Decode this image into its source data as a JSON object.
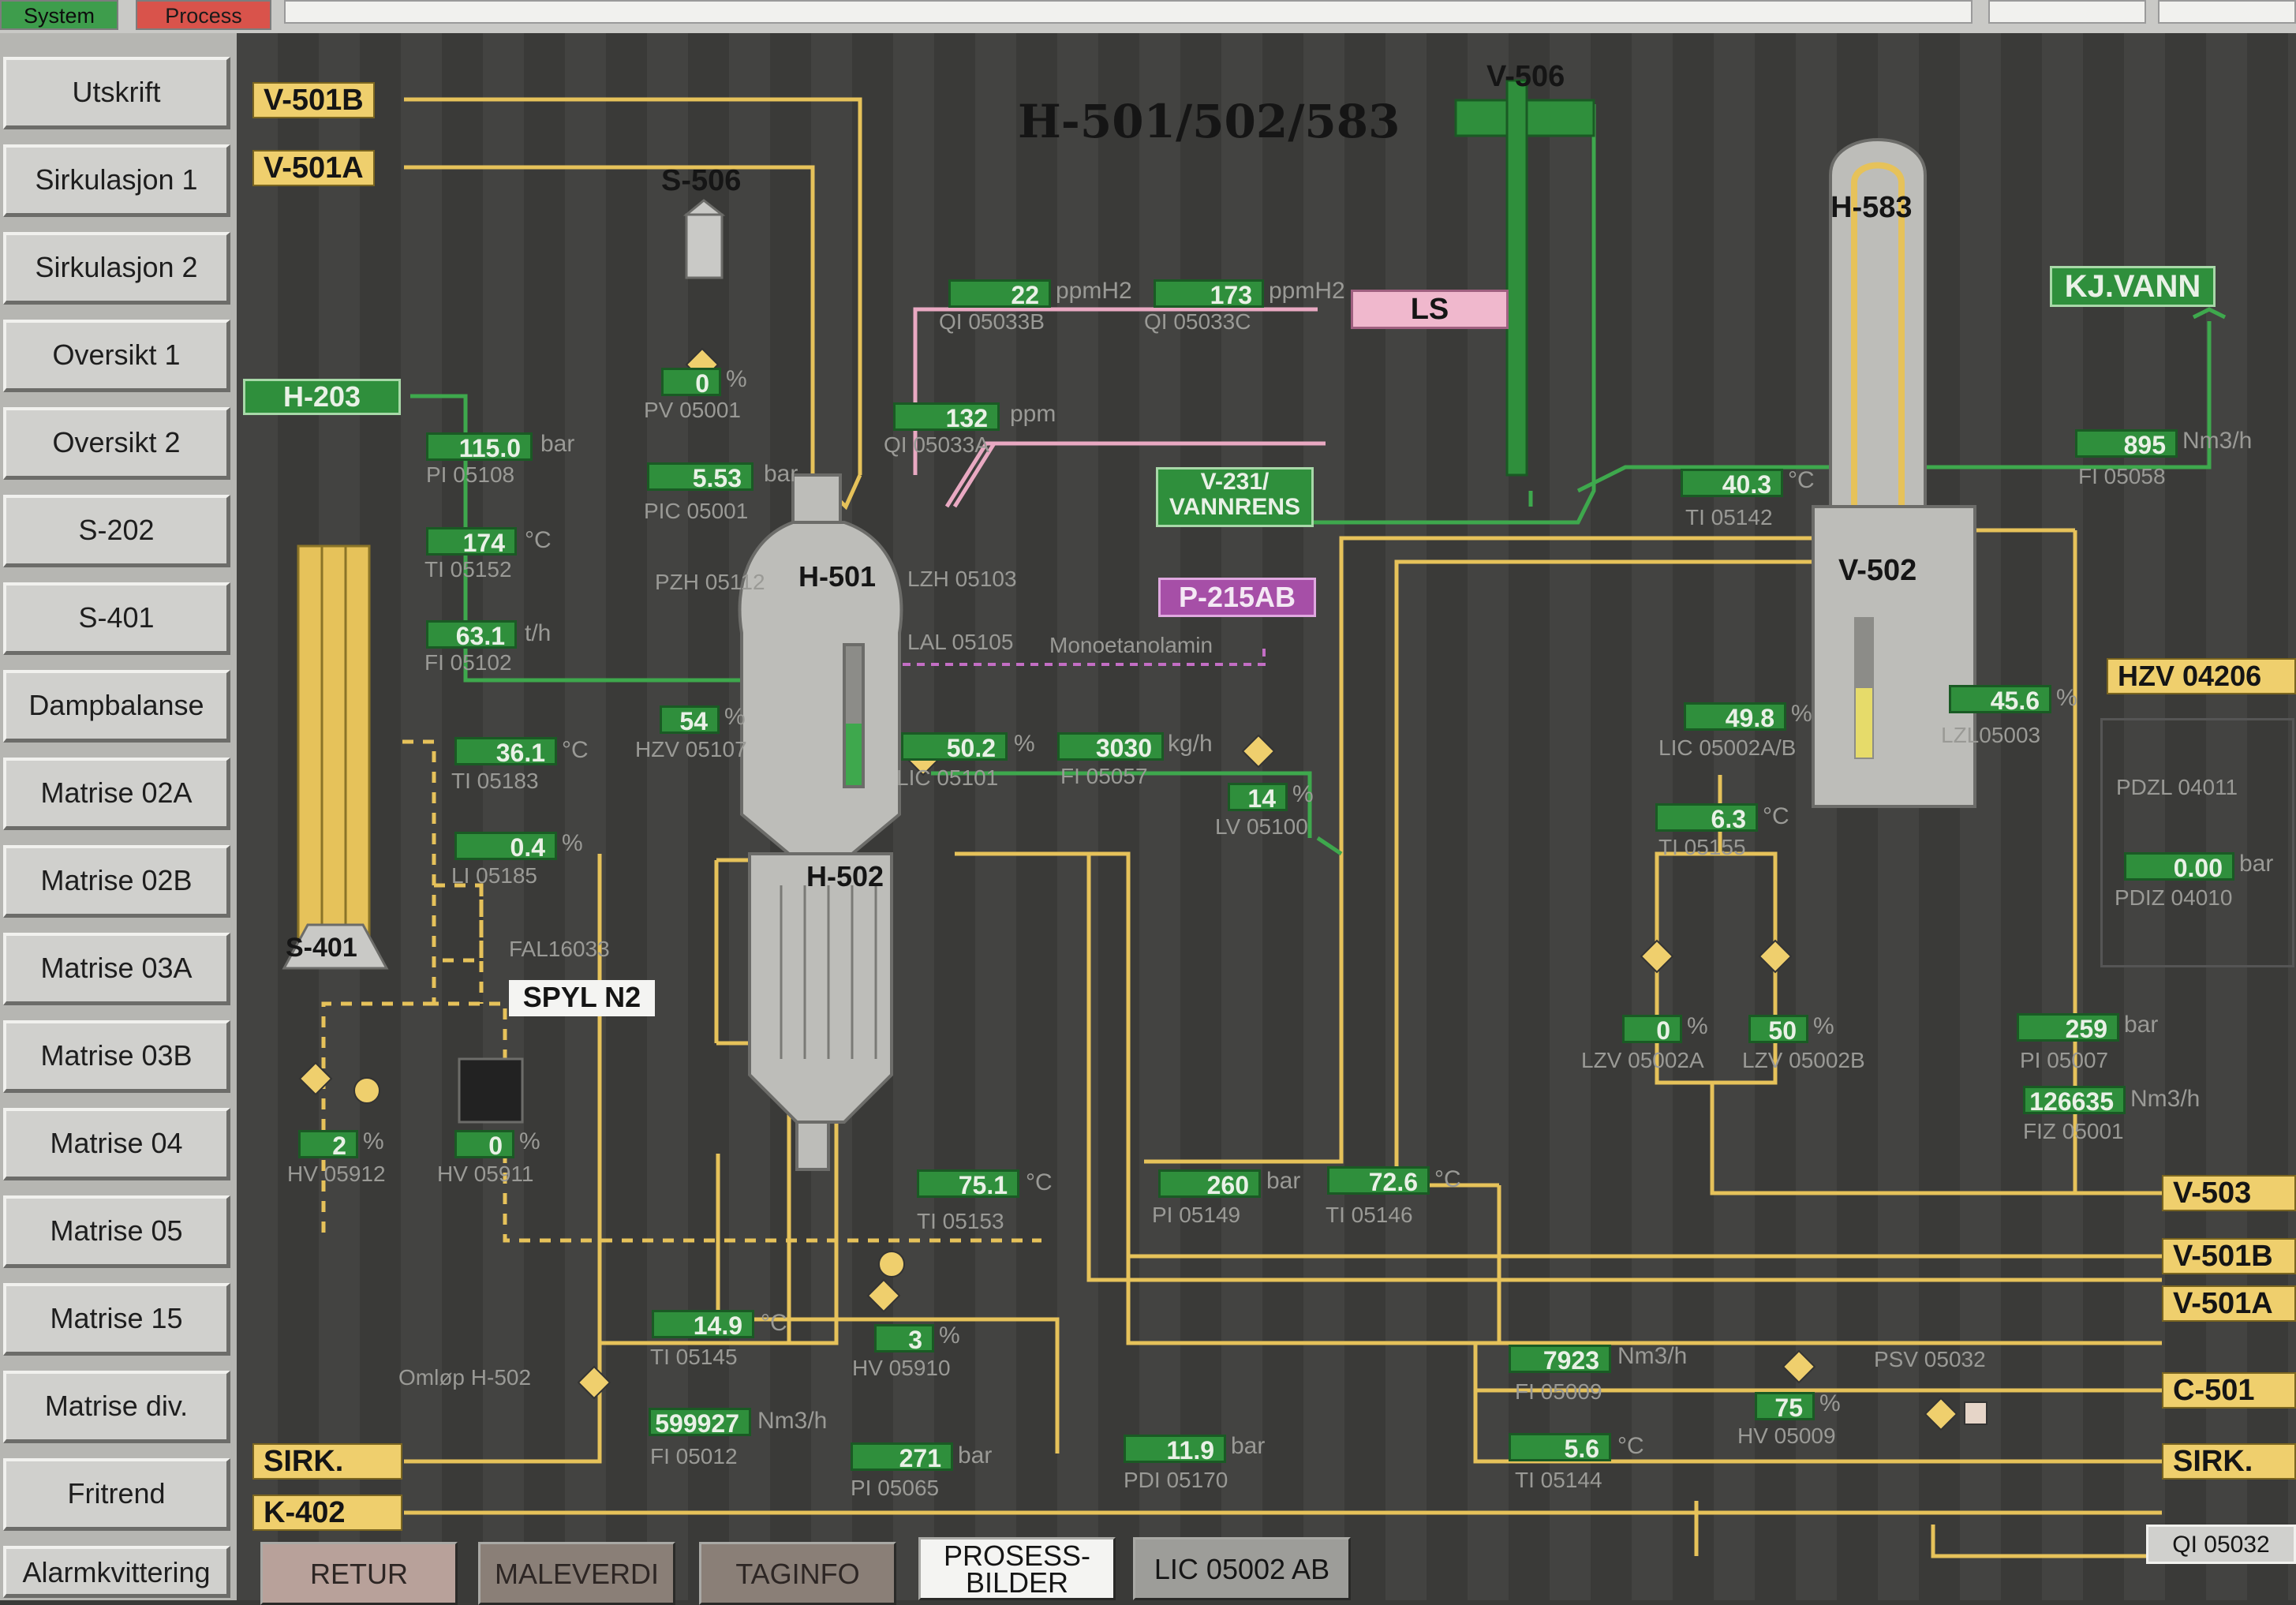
{
  "topbar": {
    "system_label": "System",
    "process_label": "Process",
    "colors": {
      "system": "#3e9d4c",
      "process": "#d9534b"
    }
  },
  "sidebar": {
    "items": [
      {
        "label": "Utskrift"
      },
      {
        "label": "Sirkulasjon 1"
      },
      {
        "label": "Sirkulasjon 2"
      },
      {
        "label": "Oversikt 1"
      },
      {
        "label": "Oversikt 2"
      },
      {
        "label": "S-202"
      },
      {
        "label": "S-401"
      },
      {
        "label": "Dampbalanse"
      },
      {
        "label": "Matrise 02A"
      },
      {
        "label": "Matrise 02B"
      },
      {
        "label": "Matrise 03A"
      },
      {
        "label": "Matrise 03B"
      },
      {
        "label": "Matrise 04"
      },
      {
        "label": "Matrise 05"
      },
      {
        "label": "Matrise 15"
      },
      {
        "label": "Matrise div."
      },
      {
        "label": "Fritrend"
      },
      {
        "label": "Alarmkvittering"
      }
    ]
  },
  "diagram": {
    "title": "H-501/502/583",
    "equipment": {
      "h501": "H-501",
      "h502": "H-502",
      "h583": "H-583",
      "v502": "V-502",
      "v506": "V-506",
      "s506": "S-506",
      "s401": "S-401"
    },
    "streams_left": {
      "v501b": "V-501B",
      "v501a": "V-501A",
      "h203": "H-203",
      "sirk": "SIRK.",
      "k402": "K-402"
    },
    "streams_right": {
      "v503": "V-503",
      "v501b": "V-501B",
      "v501a": "V-501A",
      "c501": "C-501",
      "sirk": "SIRK.",
      "qi05032": "QI 05032"
    },
    "boxes": {
      "ls": "LS",
      "kjvann": "KJ.VANN",
      "vannrens": "V-231/\nVANNRENS",
      "p215ab": "P-215AB",
      "hzv04206": "HZV 04206",
      "spyl": "SPYL N2"
    },
    "labels": {
      "monoetanolamin": "Monoetanolamin",
      "pzh05112": "PZH 05112",
      "lzh05103": "LZH 05103",
      "lal05105": "LAL 05105",
      "fal16033": "FAL16033",
      "omlop": "Omløp H-502",
      "psv05032": "PSV 05032",
      "pdzl04011": "PDZL 04011",
      "pdiz04010": "PDIZ 04010"
    },
    "measurements": [
      {
        "id": "qi05033b",
        "value": "22",
        "unit": "ppmH2",
        "tag": "QI 05033B"
      },
      {
        "id": "qi05033c",
        "value": "173",
        "unit": "ppmH2",
        "tag": "QI 05033C"
      },
      {
        "id": "qi05033a",
        "value": "132",
        "unit": "ppm",
        "tag": "QI 05033A"
      },
      {
        "id": "pv05001",
        "value": "0",
        "unit": "%",
        "tag": "PV 05001"
      },
      {
        "id": "pic05001",
        "value": "5.53",
        "unit": "bar",
        "tag": "PIC 05001"
      },
      {
        "id": "pi05108",
        "value": "115.0",
        "unit": "bar",
        "tag": "PI 05108"
      },
      {
        "id": "ti05152",
        "value": "174",
        "unit": "°C",
        "tag": "TI 05152"
      },
      {
        "id": "fi05102",
        "value": "63.1",
        "unit": "t/h",
        "tag": "FI 05102"
      },
      {
        "id": "hzv05107",
        "value": "54",
        "unit": "%",
        "tag": "HZV 05107"
      },
      {
        "id": "ti05183",
        "value": "36.1",
        "unit": "°C",
        "tag": "TI 05183"
      },
      {
        "id": "li05185",
        "value": "0.4",
        "unit": "%",
        "tag": "LI 05185"
      },
      {
        "id": "lic05101",
        "value": "50.2",
        "unit": "%",
        "tag": "LIC 05101"
      },
      {
        "id": "fi05057",
        "value": "3030",
        "unit": "kg/h",
        "tag": "FI 05057"
      },
      {
        "id": "lv05100",
        "value": "14",
        "unit": "%",
        "tag": "LV 05100"
      },
      {
        "id": "hv05912",
        "value": "2",
        "unit": "%",
        "tag": "HV 05912"
      },
      {
        "id": "hv05911",
        "value": "0",
        "unit": "%",
        "tag": "HV 05911"
      },
      {
        "id": "ti05153",
        "value": "75.1",
        "unit": "°C",
        "tag": "TI 05153"
      },
      {
        "id": "pi05149",
        "value": "260",
        "unit": "bar",
        "tag": "PI 05149"
      },
      {
        "id": "ti05146",
        "value": "72.6",
        "unit": "°C",
        "tag": "TI 05146"
      },
      {
        "id": "ti05145",
        "value": "14.9",
        "unit": "°C",
        "tag": "TI 05145"
      },
      {
        "id": "hv05910",
        "value": "3",
        "unit": "%",
        "tag": "HV 05910"
      },
      {
        "id": "fi05012",
        "value": "599927",
        "unit": "Nm3/h",
        "tag": "FI 05012"
      },
      {
        "id": "pi05065",
        "value": "271",
        "unit": "bar",
        "tag": "PI 05065"
      },
      {
        "id": "pdi05170",
        "value": "11.9",
        "unit": "bar",
        "tag": "PDI 05170"
      },
      {
        "id": "ti05142",
        "value": "40.3",
        "unit": "°C",
        "tag": "TI 05142"
      },
      {
        "id": "fi05058",
        "value": "895",
        "unit": "Nm3/h",
        "tag": "FI 05058"
      },
      {
        "id": "lic05002ab",
        "value": "49.8",
        "unit": "%",
        "tag": "LIC 05002A/B"
      },
      {
        "id": "lzl05003",
        "value": "45.6",
        "unit": "%",
        "tag": "LZL05003"
      },
      {
        "id": "ti05155",
        "value": "6.3",
        "unit": "°C",
        "tag": "TI 05155"
      },
      {
        "id": "lzv05002a",
        "value": "0",
        "unit": "%",
        "tag": "LZV 05002A"
      },
      {
        "id": "lzv05002b",
        "value": "50",
        "unit": "%",
        "tag": "LZV 05002B"
      },
      {
        "id": "pdiz04010v",
        "value": "0.00",
        "unit": "bar",
        "tag": ""
      },
      {
        "id": "pi05007",
        "value": "259",
        "unit": "bar",
        "tag": "PI 05007"
      },
      {
        "id": "fiz05001",
        "value": "126635",
        "unit": "Nm3/h",
        "tag": "FIZ 05001"
      },
      {
        "id": "fi05009",
        "value": "7923",
        "unit": "Nm3/h",
        "tag": "FI 05009"
      },
      {
        "id": "hv05009",
        "value": "75",
        "unit": "%",
        "tag": "HV 05009"
      },
      {
        "id": "ti05144",
        "value": "5.6",
        "unit": "°C",
        "tag": "TI 05144"
      }
    ]
  },
  "bottom_buttons": {
    "retur": "RETUR",
    "maleverdi": "MALEVERDI",
    "taginfo": "TAGINFO",
    "prosessbilder": "PROSESS-\nBILDER",
    "lic05002ab": "LIC 05002 AB"
  }
}
